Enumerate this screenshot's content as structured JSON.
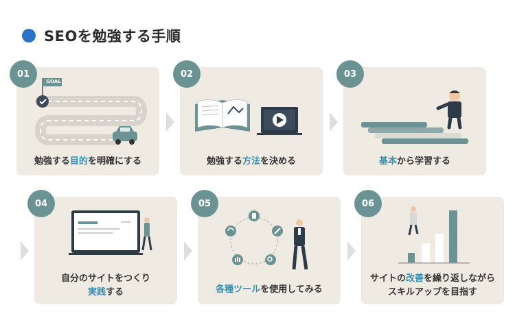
{
  "header": {
    "title": "SEOを勉強する手順"
  },
  "steps": [
    {
      "number": "01",
      "label_parts": [
        "勉強する",
        "目的",
        "を明確にする"
      ],
      "goal_flag": "GOAL"
    },
    {
      "number": "02",
      "label_parts": [
        "勉強する",
        "方法",
        "を決める"
      ]
    },
    {
      "number": "03",
      "label_parts": [
        "基本",
        "から学習する"
      ]
    },
    {
      "number": "04",
      "label_line1": "自分のサイトをつくり",
      "label_parts": [
        "実践",
        "する"
      ]
    },
    {
      "number": "05",
      "label_parts": [
        "各種ツール",
        "を使用してみる"
      ]
    },
    {
      "number": "06",
      "label_parts": [
        "サイトの",
        "改善",
        "を繰り返しながら"
      ],
      "label_line2": "スキルアップを目指す"
    }
  ],
  "colors": {
    "accent": "#3a8fae",
    "badge": "#6c9394",
    "card": "#efebe3",
    "dot": "#2a73c5"
  }
}
